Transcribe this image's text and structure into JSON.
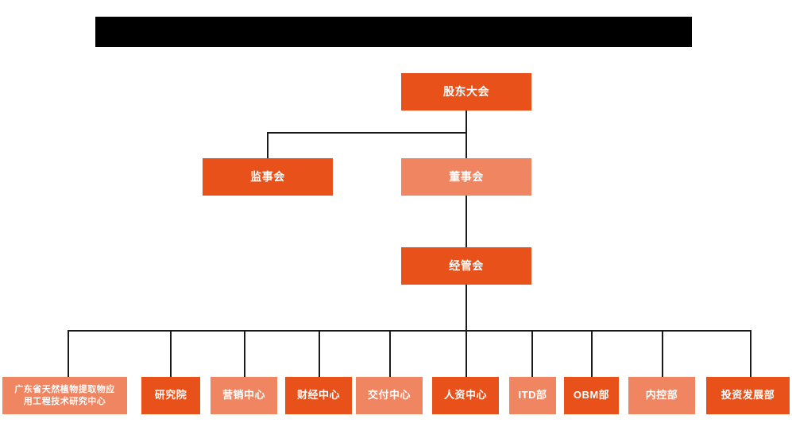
{
  "header": {
    "redaction_bar": {
      "label": "redacted-title-bar",
      "color": "#000000",
      "text": ""
    }
  },
  "colors": {
    "background": "#ffffff",
    "node_dark": "#E9511B",
    "node_light": "#EF8561",
    "connector": "#1a1a1a",
    "node_text": "#ffffff"
  },
  "chart_data": {
    "type": "diagram",
    "diagram_kind": "org-chart",
    "title": "",
    "orientation": "top-down",
    "levels": 4,
    "nodes": [
      {
        "id": "shareholders",
        "label": "股东大会",
        "level": 1,
        "style": "dark"
      },
      {
        "id": "supervisors",
        "label": "监事会",
        "level": 2,
        "style": "dark"
      },
      {
        "id": "directors",
        "label": "董事会",
        "level": 2,
        "style": "light"
      },
      {
        "id": "management",
        "label": "经管会",
        "level": 3,
        "style": "dark"
      },
      {
        "id": "dept-1",
        "label": "广东省天然植物提取物应用工程技术研究中心",
        "level": 4,
        "style": "light"
      },
      {
        "id": "dept-2",
        "label": "研究院",
        "level": 4,
        "style": "dark"
      },
      {
        "id": "dept-3",
        "label": "营销中心",
        "level": 4,
        "style": "light"
      },
      {
        "id": "dept-4",
        "label": "财经中心",
        "level": 4,
        "style": "dark"
      },
      {
        "id": "dept-5",
        "label": "交付中心",
        "level": 4,
        "style": "light"
      },
      {
        "id": "dept-6",
        "label": "人资中心",
        "level": 4,
        "style": "dark"
      },
      {
        "id": "dept-7",
        "label": "ITD部",
        "level": 4,
        "style": "light"
      },
      {
        "id": "dept-8",
        "label": "OBM部",
        "level": 4,
        "style": "dark"
      },
      {
        "id": "dept-9",
        "label": "内控部",
        "level": 4,
        "style": "light"
      },
      {
        "id": "dept-10",
        "label": "投资发展部",
        "level": 4,
        "style": "dark"
      }
    ],
    "edges": [
      {
        "from": "shareholders",
        "to": "supervisors"
      },
      {
        "from": "shareholders",
        "to": "directors"
      },
      {
        "from": "directors",
        "to": "management"
      },
      {
        "from": "management",
        "to": "dept-1"
      },
      {
        "from": "management",
        "to": "dept-2"
      },
      {
        "from": "management",
        "to": "dept-3"
      },
      {
        "from": "management",
        "to": "dept-4"
      },
      {
        "from": "management",
        "to": "dept-5"
      },
      {
        "from": "management",
        "to": "dept-6"
      },
      {
        "from": "management",
        "to": "dept-7"
      },
      {
        "from": "management",
        "to": "dept-8"
      },
      {
        "from": "management",
        "to": "dept-9"
      },
      {
        "from": "management",
        "to": "dept-10"
      }
    ]
  },
  "departments": {
    "d1": {
      "line1": "广东省天然植物提取物应",
      "line2": "用工程技术研究中心"
    },
    "d2": "研究院",
    "d3": "营销中心",
    "d4": "财经中心",
    "d5": "交付中心",
    "d6": "人资中心",
    "d7": "ITD部",
    "d8": "OBM部",
    "d9": "内控部",
    "d10": "投资发展部"
  },
  "top": {
    "shareholders": "股东大会",
    "supervisors": "监事会",
    "directors": "董事会",
    "management": "经管会"
  }
}
